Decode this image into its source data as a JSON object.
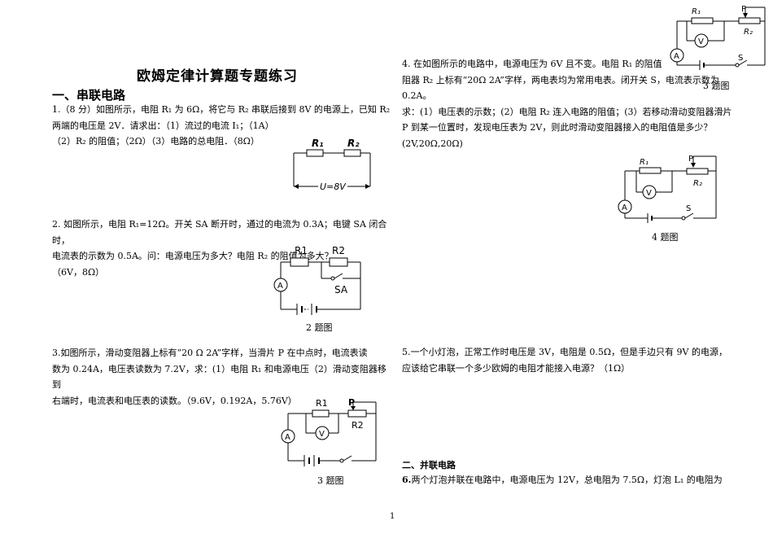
{
  "doc_title": "欧姆定律计算题专题练习",
  "section1": "一、串联电路",
  "q1": {
    "line1": "1.（8 分）如图所示，电阻 R₁ 为 6Ω，将它与 R₂ 串联后接到 8V 的电源上，已知 R₂",
    "line2": "两端的电压是 2V．请求出：（1）流过的电流 I₁；（1A）",
    "line3": "（2）R₂ 的阻值；（2Ω）（3）电路的总电阻．（8Ω）"
  },
  "fig1": {
    "r1": "R₁",
    "r2": "R₂",
    "u": "U=8V"
  },
  "q2": {
    "line1": "2. 如图所示，电阻 R₁=12Ω。开关 SA 断开时，通过的电流为 0.3A；电键 SA 闭合时，",
    "line2": "电流表的示数为 0.5A。问：电源电压为多大？电阻 R₂ 的阻值为多大？",
    "line3": "（6V，8Ω）"
  },
  "fig2": {
    "r1": "R1",
    "r2": "R2",
    "sa": "SA",
    "a": "A",
    "caption": "2 题图"
  },
  "q3": {
    "line1": "3.如图所示，滑动变阻器上标有“20 Ω 2A”字样，当滑片 P 在中点时，电流表读",
    "line2": "数为 0.24A，电压表读数为 7.2V，求：(1）电阻 R₁ 和电源电压（2）滑动变阻器移到",
    "line3": "右端时，电流表和电压表的读数。（9.6V，0.192A，5.76V）"
  },
  "fig3": {
    "r1": "R1",
    "r2": "R2",
    "p": "P",
    "v": "V",
    "a": "A",
    "caption": "3 题图"
  },
  "q4": {
    "line1": "4. 在如图所示的电路中，电源电压为 6V 且不变。电阻 R₁ 的阻值",
    "line2": "阻器 R₂ 上标有“20Ω 2A”字样，两电表均为常用电表。闭开关 S，电流表示数为",
    "line3": "0.2A。",
    "line4": "求：(1）电压表的示数；(2）电阻 R₂ 连入电路的阻值；(3）若移动滑动变阻器滑片",
    "line5": "P 到某一位置时，发现电压表为 2V，则此时滑动变阻器接入的电阻值是多少？",
    "line6": "(2V,20Ω,20Ω)"
  },
  "fig4top": {
    "r1": "R₁",
    "r2": "R₂",
    "p": "P",
    "v": "V",
    "a": "A",
    "s": "S",
    "caption": "3 题图"
  },
  "fig4": {
    "r1": "R₁",
    "r2": "R₂",
    "p": "P",
    "v": "V",
    "a": "A",
    "s": "S",
    "caption": "4 题图"
  },
  "q5": {
    "line1": "5.一个小灯泡，正常工作时电压是 3V，电阻是 0.5Ω，但是手边只有 9V 的电源，",
    "line2": "应该给它串联一个多少欧姆的电阻才能接入电源？（1Ω）"
  },
  "section2": "二、并联电路",
  "q6": {
    "num": "6.",
    "text": "两个灯泡并联在电路中，电源电压为 12V，总电阻为 7.5Ω，灯泡 L₁ 的电阻为"
  },
  "page_number": "1"
}
